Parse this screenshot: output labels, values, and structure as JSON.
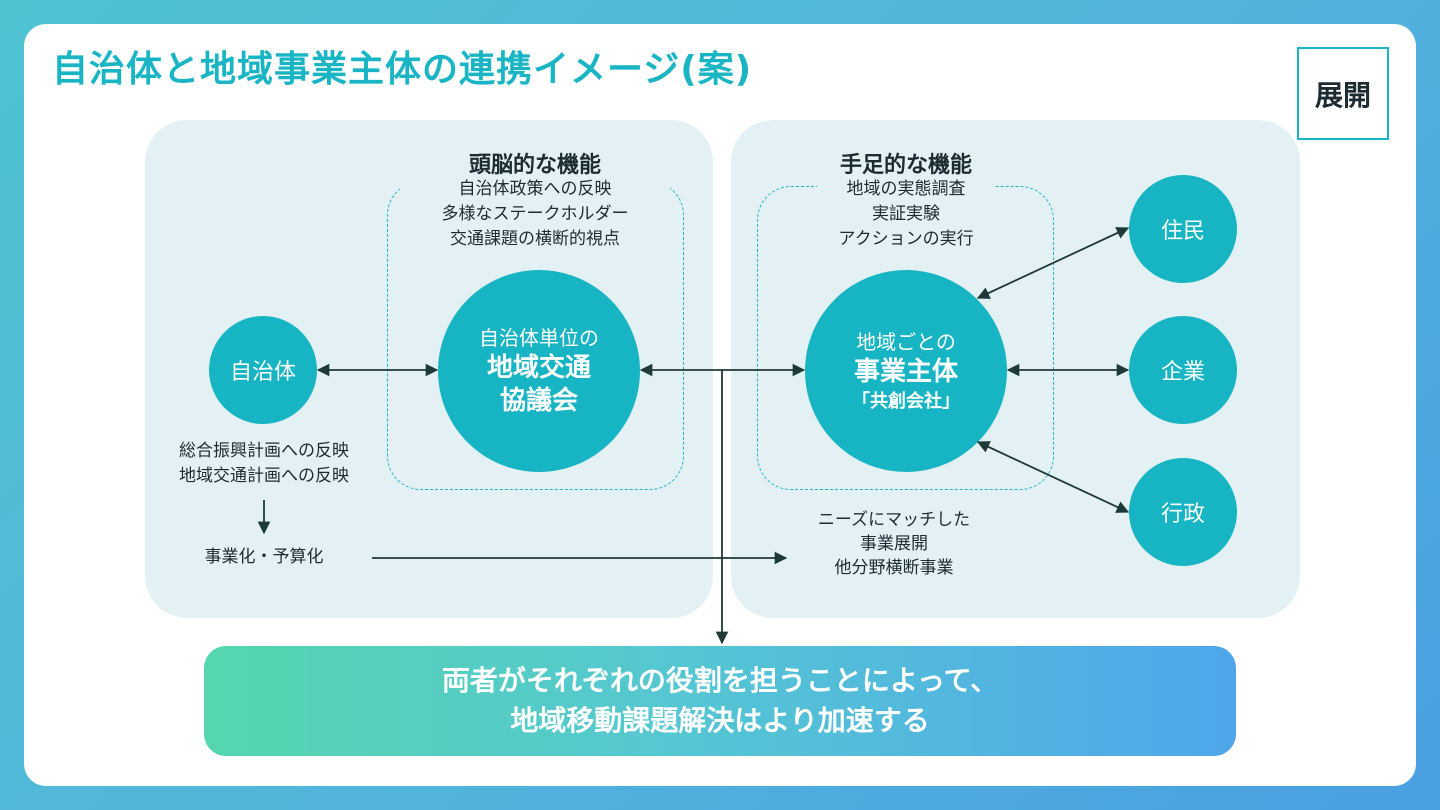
{
  "title": "自治体と地域事業主体の連携イメージ(案)",
  "tag": "展開",
  "left_panel": {
    "heading": "頭脳的な機能",
    "items": [
      "自治体政策への反映",
      "多様なステークホルダー",
      "交通課題の横断的視点"
    ],
    "jichitai_circle": "自治体",
    "council_circle": {
      "line1": "自治体単位の",
      "line2": "地域交通",
      "line3": "協議会"
    },
    "reflect_lines": [
      "総合振興計画への反映",
      "地域交通計画への反映"
    ],
    "budget_label": "事業化・予算化"
  },
  "right_panel": {
    "heading": "手足的な機能",
    "items": [
      "地域の実態調査",
      "実証実験",
      "アクションの実行"
    ],
    "entity_circle": {
      "line1": "地域ごとの",
      "line2": "事業主体",
      "line3": "「共創会社」"
    },
    "residents": "住民",
    "companies": "企業",
    "administration": "行政",
    "outcome_lines": [
      "ニーズにマッチした",
      "事業展開",
      "他分野横断事業"
    ]
  },
  "banner": {
    "line1": "両者がそれぞれの役割を担うことによって、",
    "line2": "地域移動課題解決はより加速する"
  },
  "colors": {
    "accent": "#19b5c4",
    "panel": "#e3f1f4",
    "arrow": "#1f3a36",
    "text": "#1d2b33"
  }
}
